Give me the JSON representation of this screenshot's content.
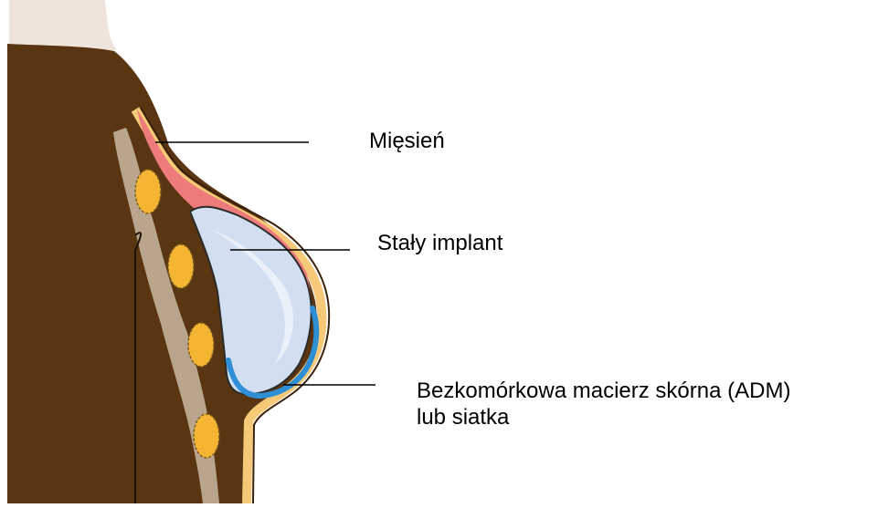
{
  "labels": {
    "muscle": "Mięsień",
    "implant": "Stały implant",
    "adm_line1": "Bezkomórkowa macierz skórna (ADM)",
    "adm_line2": "lub siatka"
  },
  "colors": {
    "tissue": "#5a3512",
    "tissue_dark": "#3b200a",
    "skin": "#f6c978",
    "muscle": "#ee7b7b",
    "implant": "#d2dff1",
    "implant_highlight": "#eaf1fb",
    "adm": "#2f8fd6",
    "fat_lobule": "#f4b632",
    "fat_strand": "#b8a58c",
    "leader_line": "#000000"
  }
}
